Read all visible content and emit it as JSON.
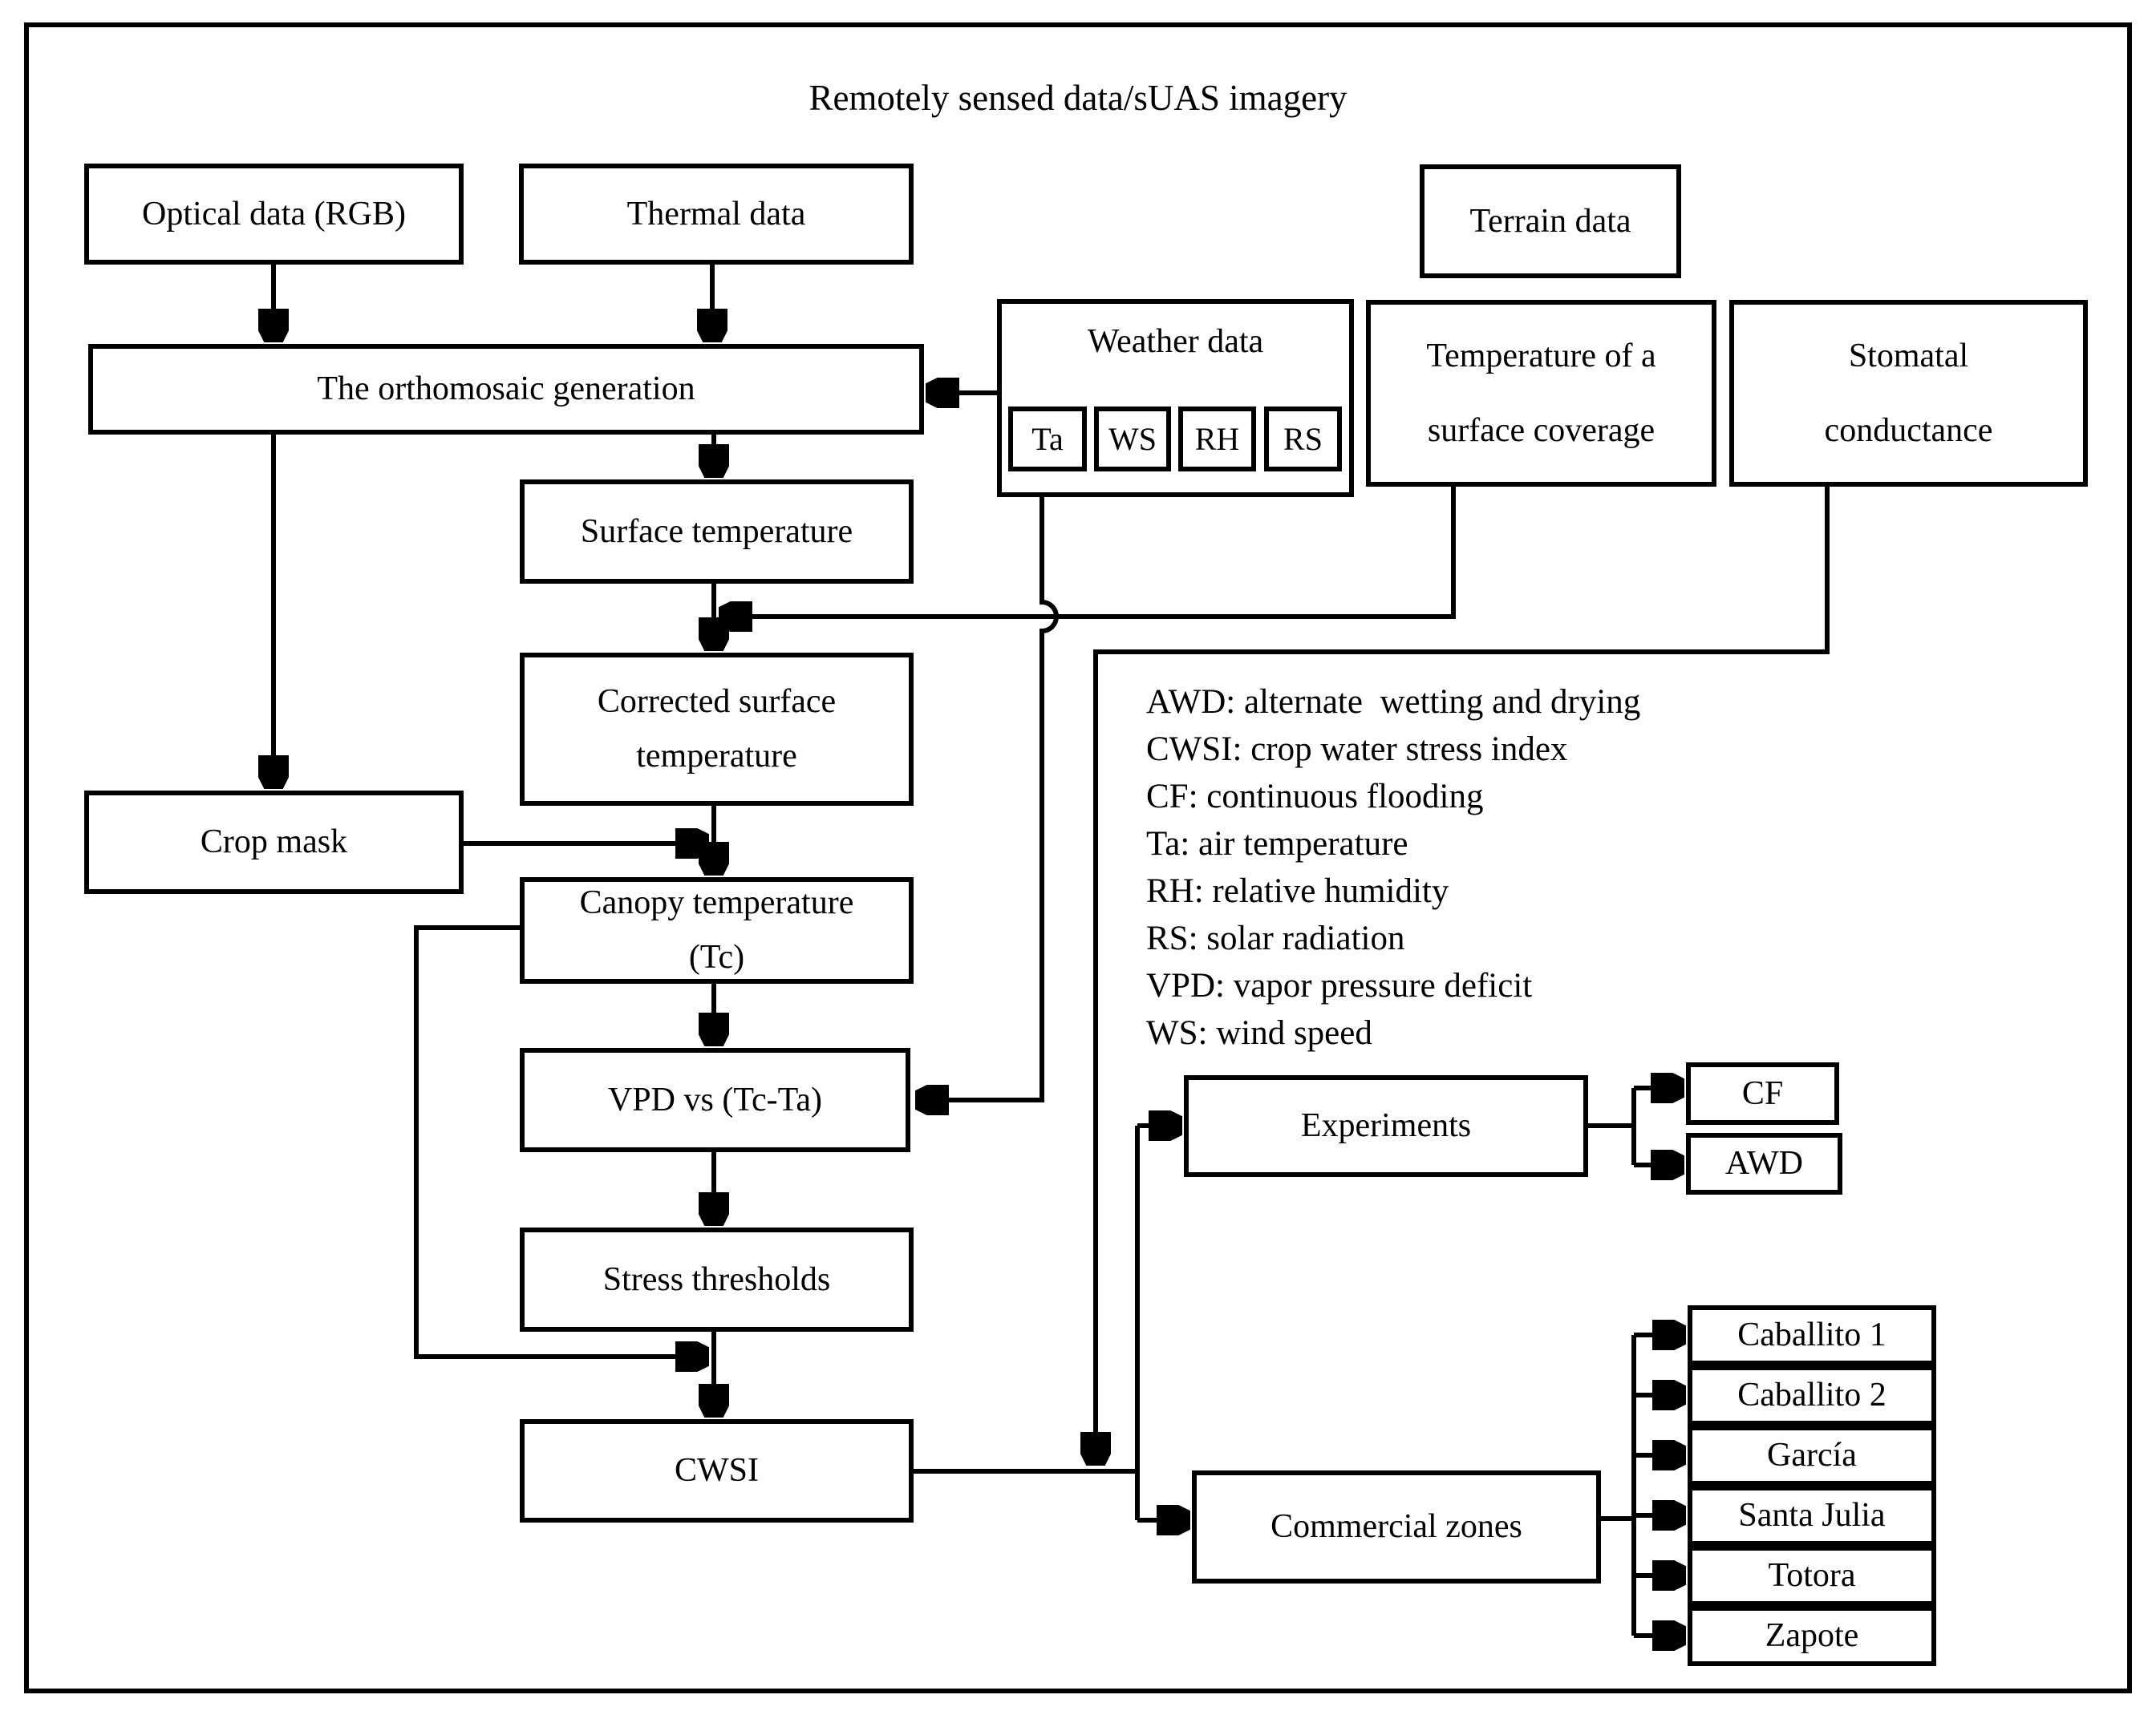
{
  "title": "Remotely sensed data/sUAS imagery",
  "nodes": {
    "optical": "Optical data (RGB)",
    "thermal": "Thermal data",
    "terrain": "Terrain data",
    "orthomosaic": "The orthomosaic generation",
    "weather": "Weather data",
    "weather_items": [
      "Ta",
      "WS",
      "RH",
      "RS"
    ],
    "temp_coverage": "Temperature of a\nsurface coverage",
    "stomatal": "Stomatal\nconductance",
    "surface_temp": "Surface temperature",
    "corrected": "Corrected surface\ntemperature",
    "crop_mask": "Crop mask",
    "canopy": "Canopy temperature\n(Tc)",
    "vpd": "VPD vs (Tc-Ta)",
    "stress": "Stress thresholds",
    "cwsi": "CWSI",
    "experiments": "Experiments",
    "cf": "CF",
    "awd": "AWD",
    "commercial": "Commercial zones",
    "zones": [
      "Caballito 1",
      "Caballito 2",
      "García",
      "Santa Julia",
      "Totora",
      "Zapote"
    ]
  },
  "legend": {
    "lines": [
      "AWD: alternate  wetting and drying",
      "CWSI: crop water stress index",
      "CF: continuous flooding",
      "Ta: air temperature",
      "RH: relative humidity",
      "RS: solar radiation",
      "VPD: vapor pressure deficit",
      "WS: wind speed"
    ]
  },
  "colors": {
    "line": "#000000",
    "background": "#ffffff",
    "box_fill": "#ffffff",
    "text": "#000000"
  }
}
